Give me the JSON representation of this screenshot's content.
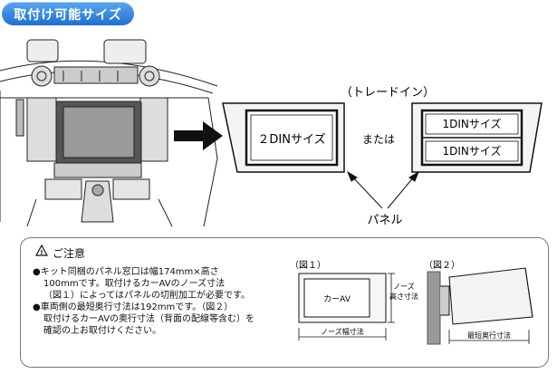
{
  "header": {
    "badge_label": "取付け可能サイズ"
  },
  "options": {
    "tradein_label": "（トレードイン）",
    "din2_label": "２DINサイズ",
    "or_label": "または",
    "din1_top_label": "1DINサイズ",
    "din1_bottom_label": "1DINサイズ",
    "panel_label": "パネル"
  },
  "notes": {
    "title": "ご注意",
    "lines": [
      "●キット同梱のパネル窓口は幅174mm×高さ",
      "100mmです。取付けるカーAVのノーズ寸法",
      "（図１）によってはパネルの切削加工が必要です。",
      "●車両側の最短奥行寸法は192mmです。（図２）",
      "取付けるカーAVの奥行寸法（背面の配線等含む）を",
      "確認の上お取付けください。"
    ]
  },
  "fig1": {
    "label": "（図１）",
    "unit_label": "カーAV",
    "height_label_1": "ノーズ",
    "height_label_2": "高さ寸法",
    "width_label": "ノーズ幅寸法"
  },
  "fig2": {
    "label": "（図２）",
    "depth_label": "最短奥行寸法"
  }
}
